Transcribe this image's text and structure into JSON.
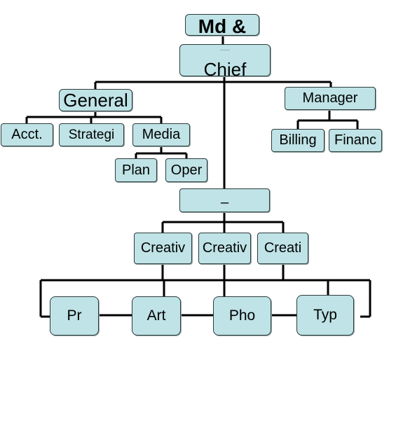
{
  "nodes": {
    "md": "Md &",
    "chief_small": "..........",
    "chief": "Chief",
    "general": "General",
    "manager": "Manager",
    "acct": "Acct.",
    "strategi": "Strategi",
    "media": "Media",
    "billing": "Billing",
    "financ": "Financ",
    "plan": "Plan",
    "oper": "Oper",
    "dash": "–",
    "creativ1": "Creativ",
    "creativ2": "Creativ",
    "creati": "Creati",
    "pr": "Pr",
    "art": "Art",
    "pho": "Pho",
    "typ": "Typ"
  },
  "colors": {
    "box_fill": "#bfe3e6",
    "box_border": "#2e3b3c",
    "connector": "#000000"
  }
}
